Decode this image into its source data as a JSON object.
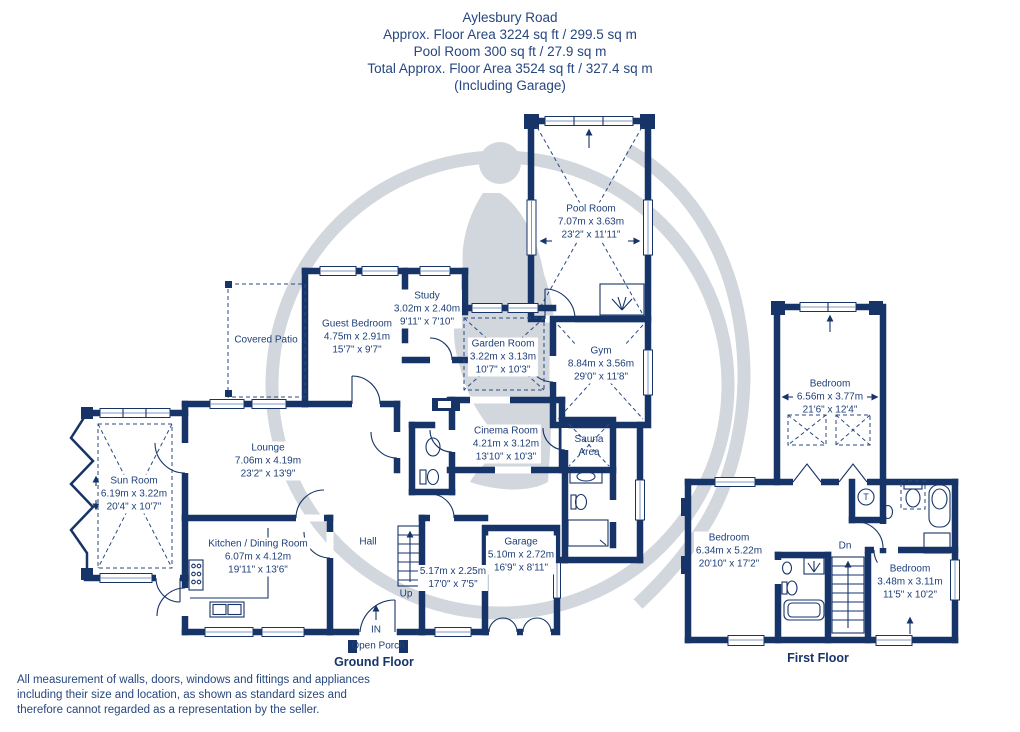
{
  "title": {
    "lines": [
      "Aylesbury Road",
      "Approx. Floor Area 3224 sq ft / 299.5 sq m",
      "Pool Room 300 sq ft / 27.9 sq m",
      "Total Approx. Floor Area 3524 sq ft / 327.4 sq m",
      "(Including Garage)"
    ]
  },
  "ground_floor": {
    "label": "Ground Floor",
    "rooms": [
      {
        "name": "Pool Room",
        "metric": "7.07m x 3.63m",
        "imperial": "23'2\" x 11'11\""
      },
      {
        "name": "Covered Patio",
        "metric": "",
        "imperial": ""
      },
      {
        "name": "Guest Bedroom",
        "metric": "4.75m x 2.91m",
        "imperial": "15'7\" x 9'7\""
      },
      {
        "name": "Study",
        "metric": "3.02m x 2.40m",
        "imperial": "9'11\" x 7'10\""
      },
      {
        "name": "Garden Room",
        "metric": "3.22m x 3.13m",
        "imperial": "10'7\" x 10'3\""
      },
      {
        "name": "Gym",
        "metric": "8.84m x 3.56m",
        "imperial": "29'0\" x 11'8\""
      },
      {
        "name": "Cinema Room",
        "metric": "4.21m x 3.12m",
        "imperial": "13'10\" x 10'3\""
      },
      {
        "name": "Sauna Area",
        "metric": "",
        "imperial": ""
      },
      {
        "name": "Lounge",
        "metric": "7.06m x 4.19m",
        "imperial": "23'2\" x 13'9\""
      },
      {
        "name": "Sun Room",
        "metric": "6.19m x 3.22m",
        "imperial": "20'4\" x 10'7\""
      },
      {
        "name": "Kitchen / Dining Room",
        "metric": "6.07m x 4.12m",
        "imperial": "19'11\" x 13'6\""
      },
      {
        "name": "Hall",
        "metric": "",
        "imperial": ""
      },
      {
        "name": "",
        "metric": "5.17m x 2.25m",
        "imperial": "17'0\" x 7'5\""
      },
      {
        "name": "Garage",
        "metric": "5.10m x 2.72m",
        "imperial": "16'9\" x 8'11\""
      }
    ],
    "annotations": {
      "up": "Up",
      "entrance": "IN",
      "porch": "Open Porch"
    }
  },
  "first_floor": {
    "label": "First Floor",
    "rooms": [
      {
        "name": "Bedroom",
        "metric": "6.56m x 3.77m",
        "imperial": "21'6\" x 12'4\""
      },
      {
        "name": "Bedroom",
        "metric": "6.34m x 5.22m",
        "imperial": "20'10\" x 17'2\""
      },
      {
        "name": "Bedroom",
        "metric": "3.48m x 3.11m",
        "imperial": "11'5\" x 10'2\""
      }
    ],
    "annotations": {
      "down": "Dn",
      "tank": "T"
    }
  },
  "footer": {
    "lines": [
      "All measurement of walls, doors, windows and fittings and appliances",
      "including their size and location, as shown as standard sizes and",
      "therefore cannot regarded as a representation by the seller."
    ]
  },
  "colors": {
    "wall": "#173468",
    "text": "#1e3f7a",
    "watermark": "#d2d7de"
  }
}
